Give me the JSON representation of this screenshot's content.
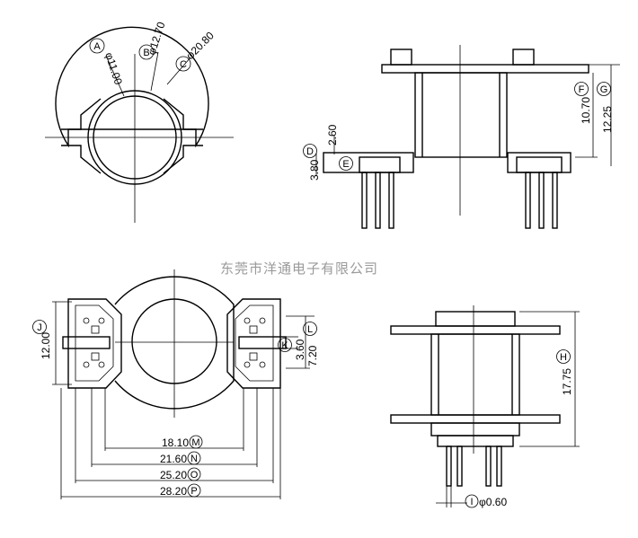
{
  "company_name": "东莞市洋通电子有限公司",
  "top_view": {
    "dims": [
      {
        "letter": "A",
        "value": "φ11.00"
      },
      {
        "letter": "B",
        "value": "φ12.70"
      },
      {
        "letter": "C",
        "value": "φ20.80"
      }
    ]
  },
  "side_view": {
    "dims": [
      {
        "letter": "D",
        "value": "3.80"
      },
      {
        "letter": "E",
        "value": "2.60"
      },
      {
        "letter": "F",
        "value": "10.70"
      },
      {
        "letter": "G",
        "value": "12.25"
      }
    ]
  },
  "bottom_view": {
    "dims": [
      {
        "letter": "J",
        "value": "12.00"
      },
      {
        "letter": "K",
        "value": "3.60"
      },
      {
        "letter": "L",
        "value": "7.20"
      },
      {
        "letter": "M",
        "value": "18.10"
      },
      {
        "letter": "N",
        "value": "21.60"
      },
      {
        "letter": "O",
        "value": "25.20"
      },
      {
        "letter": "P",
        "value": "28.20"
      }
    ]
  },
  "front_view": {
    "dims": [
      {
        "letter": "H",
        "value": "17.75"
      },
      {
        "letter": "I",
        "value": "φ0.60"
      }
    ]
  }
}
